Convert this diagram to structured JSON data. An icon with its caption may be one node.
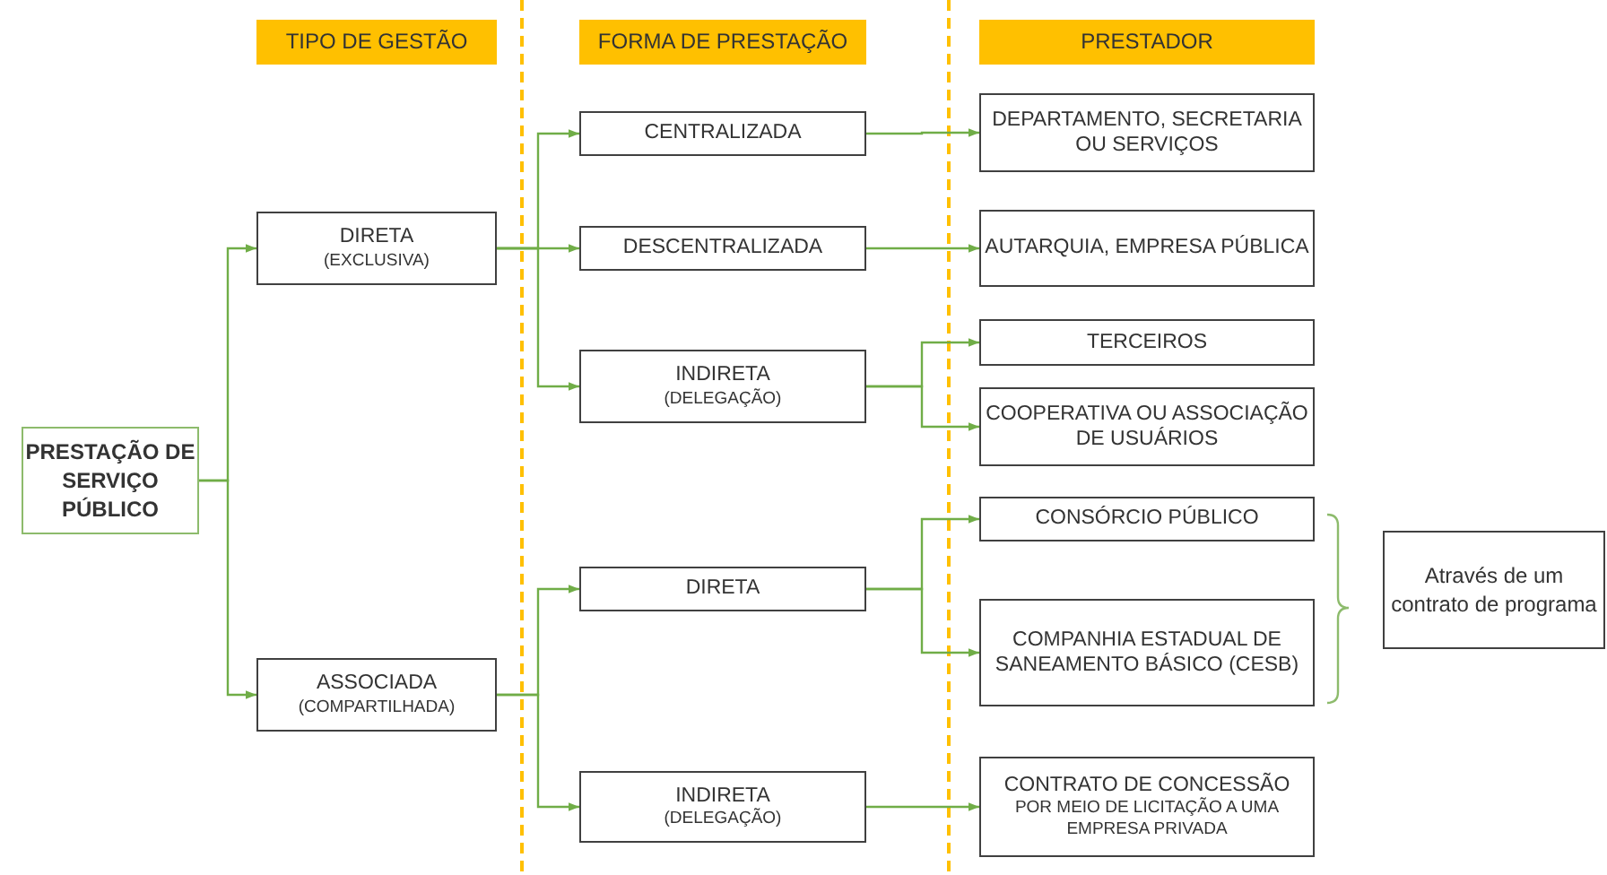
{
  "diagram": {
    "nodes": [
      {
        "text": [
          "TIPO DE GESTÃO"
        ]
      },
      {
        "text": [
          "FORMA DE PRESTAÇÃO"
        ]
      },
      {
        "text": [
          "PRESTADOR"
        ]
      },
      {
        "text": [
          "PRESTAÇÃO DE SERVIÇO PÚBLICO"
        ]
      },
      {
        "text": [
          "DIRETA",
          "(EXCLUSIVA)"
        ]
      },
      {
        "text": [
          "ASSOCIADA",
          "(COMPARTILHADA)"
        ]
      },
      {
        "text": [
          "CENTRALIZADA"
        ]
      },
      {
        "text": [
          "DESCENTRALIZADA"
        ]
      },
      {
        "text": [
          "INDIRETA",
          "(DELEGAÇÃO)"
        ]
      },
      {
        "text": [
          "DIRETA"
        ]
      },
      {
        "text": [
          "INDIRETA",
          "(DELEGAÇÃO)"
        ]
      },
      {
        "text": [
          "DEPARTAMENTO, SECRETARIA OU SERVIÇOS"
        ]
      },
      {
        "text": [
          "AUTARQUIA, EMPRESA PÚBLICA"
        ]
      },
      {
        "text": [
          "TERCEIROS"
        ]
      },
      {
        "text": [
          "COOPERATIVA OU ASSOCIAÇÃO DE USUÁRIOS"
        ]
      },
      {
        "text": [
          "CONSÓRCIO PÚBLICO"
        ]
      },
      {
        "text": [
          "COMPANHIA ESTADUAL DE SANEAMENTO BÁSICO (CESB)"
        ]
      },
      {
        "text": [
          "CONTRATO DE CONCESSÃO",
          "POR MEIO DE LICITAÇÃO A UMA EMPRESA PRIVADA"
        ]
      },
      {
        "text": [
          "Através de um contrato de programa"
        ]
      }
    ],
    "edges": [
      {
        "from": 3,
        "to": 4,
        "arrow": "to"
      },
      {
        "from": 3,
        "to": 5,
        "arrow": "to"
      },
      {
        "from": 4,
        "to": 6,
        "arrow": "to"
      },
      {
        "from": 4,
        "to": 7,
        "arrow": "to"
      },
      {
        "from": 4,
        "to": 8,
        "arrow": "to"
      },
      {
        "from": 5,
        "to": 9,
        "arrow": "to"
      },
      {
        "from": 5,
        "to": 10,
        "arrow": "to"
      },
      {
        "from": 6,
        "to": 11,
        "arrow": "to"
      },
      {
        "from": 7,
        "to": 12,
        "arrow": "to"
      },
      {
        "from": 8,
        "to": 13,
        "arrow": "to"
      },
      {
        "from": 8,
        "to": 14,
        "arrow": "to"
      },
      {
        "from": 9,
        "to": 15,
        "arrow": "to"
      },
      {
        "from": 9,
        "to": 16,
        "arrow": "to"
      },
      {
        "from": 10,
        "to": 17,
        "arrow": "to"
      }
    ]
  }
}
